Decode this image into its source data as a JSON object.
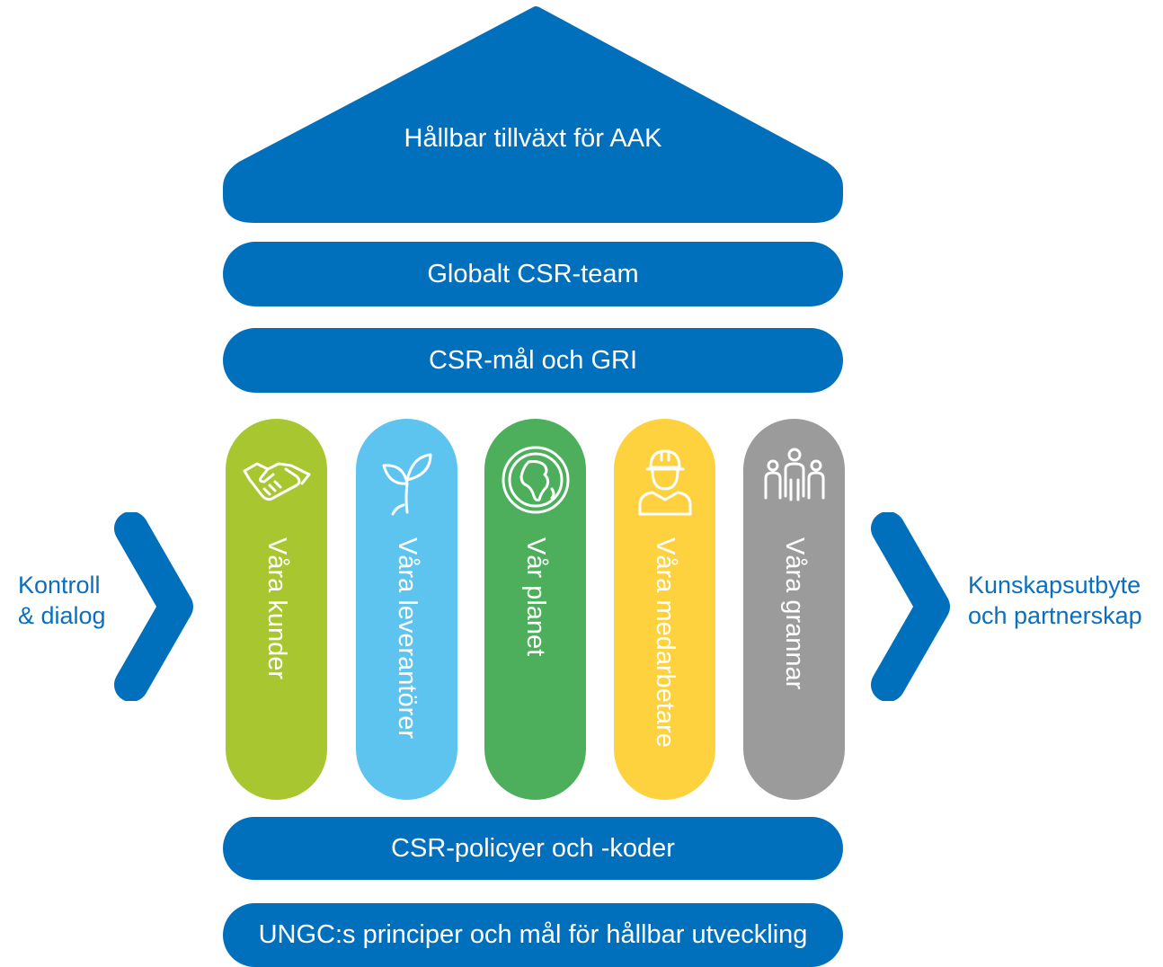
{
  "colors": {
    "brand_blue": "#0070bc",
    "green": "#a8c630",
    "light_blue": "#5dc4f0",
    "dark_green": "#4daf5b",
    "yellow": "#fdd23e",
    "gray": "#9b9b9b",
    "text_blue": "#0a6fbd"
  },
  "roof": {
    "title": "Hållbar tillväxt för AAK"
  },
  "bands": {
    "team": "Globalt CSR-team",
    "goals": "CSR-mål och GRI",
    "policies": "CSR-policyer och -koder",
    "foundation": "UNGC:s principer och mål för hållbar utveckling"
  },
  "pillars": [
    {
      "label": "Våra kunder",
      "icon": "handshake-icon",
      "color": "#a8c630"
    },
    {
      "label": "Våra leverantörer",
      "icon": "sprout-icon",
      "color": "#5dc4f0"
    },
    {
      "label": "Vår planet",
      "icon": "globe-icon",
      "color": "#4daf5b"
    },
    {
      "label": "Våra medarbetare",
      "icon": "worker-icon",
      "color": "#fdd23e"
    },
    {
      "label": "Våra grannar",
      "icon": "family-icon",
      "color": "#9b9b9b"
    }
  ],
  "left_side": {
    "line1": "Kontroll",
    "line2": "& dialog"
  },
  "right_side": {
    "line1": "Kunskapsutbyte",
    "line2": "och partnerskap"
  }
}
